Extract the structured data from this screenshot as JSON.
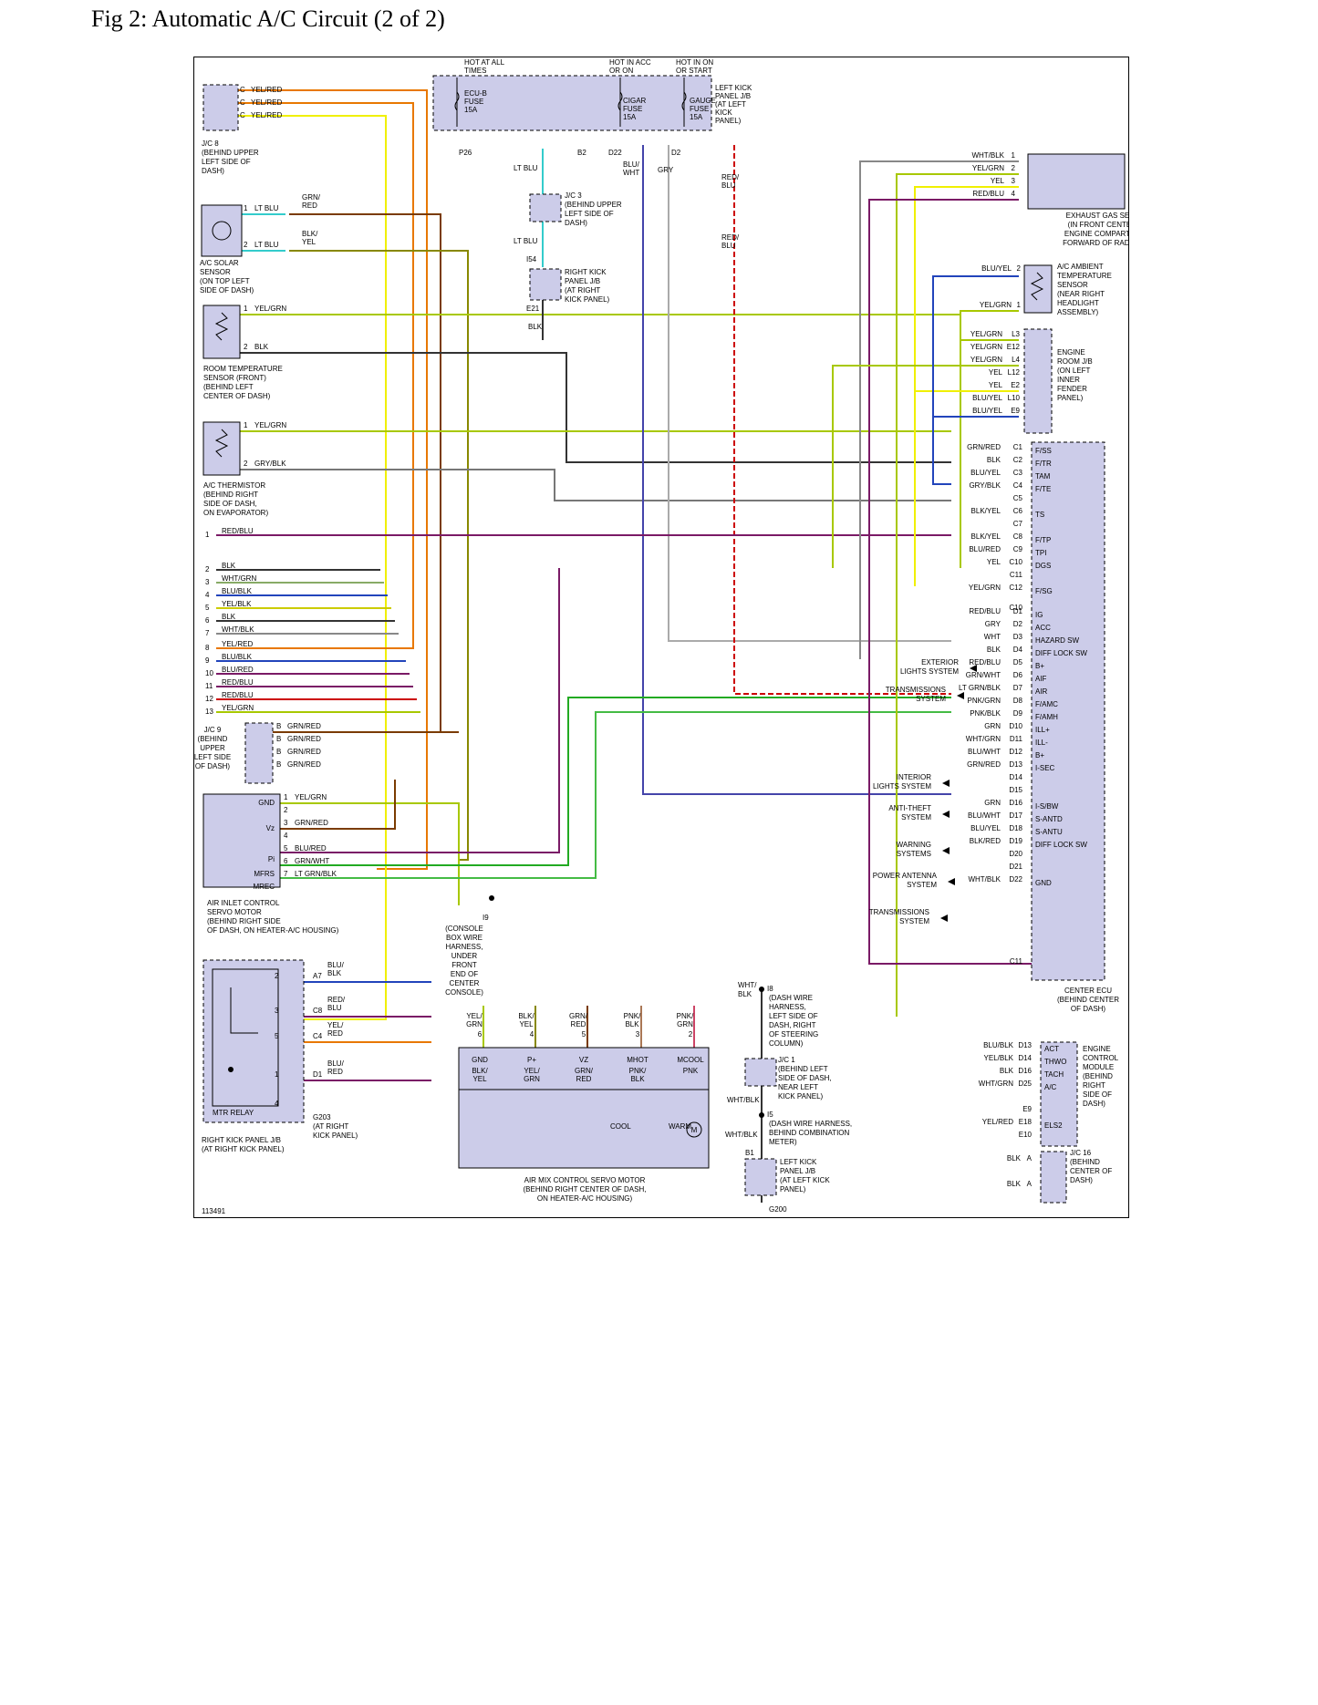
{
  "title": "Fig 2: Automatic A/C Circuit (2 of 2)",
  "figure_number": "113491",
  "colors": {
    "component_fill": "#cccce9",
    "wire_ltblu": "#33cccc",
    "wire_grnred": "#7a3b00",
    "wire_yelred": "#e87800",
    "wire_yelgrn": "#a8c800",
    "wire_blk": "#333333",
    "wire_red": "#cc0000",
    "wire_blu": "#2244bb",
    "wire_grn": "#33aa33",
    "wire_yel": "#f0f000",
    "wire_redblu": "#7a1a66",
    "wire_gry": "#aaaaaa"
  },
  "power": {
    "hot_all": "HOT AT ALL TIMES",
    "hot_acc": "HOT IN ACC OR ON",
    "hot_on": "HOT IN ON OR START",
    "ecub_fuse": "ECU-B FUSE 15A",
    "cigar_fuse": "CIGAR FUSE 15A",
    "gauge_fuse": "GAUGE FUSE 15A",
    "left_kick_jb": "LEFT KICK PANEL J/B (AT LEFT KICK PANEL)",
    "p26": "P26",
    "b2": "B2",
    "d22": "D22",
    "d2": "D2"
  },
  "jc8": {
    "label": "J/C 8 (BEHIND UPPER LEFT SIDE OF DASH)",
    "pins": [
      "C",
      "C",
      "C"
    ],
    "wires": [
      "YEL/RED",
      "YEL/RED",
      "YEL/RED"
    ]
  },
  "solar": {
    "label": "A/C SOLAR SENSOR (ON TOP LEFT SIDE OF DASH)",
    "pin1": "1",
    "pin2": "2",
    "w1": "LT BLU",
    "w2": "LT BLU",
    "out1": "GRN/ RED",
    "out2": "BLK/ YEL"
  },
  "room_sensor": {
    "label": "ROOM TEMPERATURE SENSOR (FRONT) (BEHIND LEFT CENTER OF DASH)",
    "w1": "YEL/GRN",
    "w2": "BLK"
  },
  "thermistor": {
    "label": "A/C THERMISTOR (BEHIND RIGHT SIDE OF DASH, ON EVAPORATOR)",
    "w1": "YEL/GRN",
    "w2": "GRY/BLK"
  },
  "jc3": {
    "label": "J/C 3 (BEHIND UPPER LEFT SIDE OF DASH)",
    "wire": "LT BLU",
    "i54": "I54",
    "e21": "E21",
    "blk": "BLK"
  },
  "right_kick_jb": "RIGHT KICK PANEL J/B (AT RIGHT KICK PANEL)",
  "left_wires": [
    {
      "n": "1",
      "w": "RED/BLU"
    },
    {
      "n": "2",
      "w": "BLK"
    },
    {
      "n": "3",
      "w": "WHT/GRN"
    },
    {
      "n": "4",
      "w": "BLU/BLK"
    },
    {
      "n": "5",
      "w": "YEL/BLK"
    },
    {
      "n": "6",
      "w": "BLK"
    },
    {
      "n": "7",
      "w": "WHT/BLK"
    },
    {
      "n": "8",
      "w": "YEL/RED"
    },
    {
      "n": "9",
      "w": "BLU/BLK"
    },
    {
      "n": "10",
      "w": "BLU/RED"
    },
    {
      "n": "11",
      "w": "RED/BLU"
    },
    {
      "n": "12",
      "w": "RED/BLU"
    },
    {
      "n": "13",
      "w": "YEL/GRN"
    }
  ],
  "jc9": {
    "label": "J/C 9 (BEHIND UPPER LEFT SIDE OF DASH)",
    "pins": [
      "B",
      "B",
      "B",
      "B"
    ],
    "wires": [
      "GRN/RED",
      "GRN/RED",
      "GRN/RED",
      "GRN/RED"
    ]
  },
  "inlet_motor": {
    "label": "AIR INLET CONTROL SERVO MOTOR (BEHIND RIGHT SIDE OF DASH, ON HEATER-A/C HOUSING)",
    "terms": [
      "GND",
      "Vz",
      "Pi",
      "MFRS",
      "MREC"
    ],
    "pins": [
      {
        "n": "1",
        "w": "YEL/GRN"
      },
      {
        "n": "2",
        "w": ""
      },
      {
        "n": "3",
        "w": "GRN/RED"
      },
      {
        "n": "4",
        "w": ""
      },
      {
        "n": "5",
        "w": "BLU/RED"
      },
      {
        "n": "6",
        "w": "GRN/WHT"
      },
      {
        "n": "7",
        "w": "LT GRN/BLK"
      }
    ]
  },
  "console_i9": {
    "id": "I9",
    "label": "(CONSOLE BOX WIRE HARNESS, UNDER FRONT END OF CENTER CONSOLE)"
  },
  "mtr_relay": {
    "label": "MTR RELAY",
    "jb_label": "RIGHT KICK PANEL J/B (AT RIGHT KICK PANEL)",
    "pins": [
      {
        "n": "2",
        "c": "A7",
        "w": "BLU/ BLK"
      },
      {
        "n": "3",
        "c": "C8",
        "w": "RED/ BLU"
      },
      {
        "n": "5",
        "c": "C4",
        "w": "YEL/ RED"
      },
      {
        "n": "1",
        "c": "D1",
        "w": "BLU/ RED"
      },
      {
        "n": "4",
        "c": "",
        "w": ""
      }
    ],
    "ground": "G203 (AT RIGHT KICK PANEL)"
  },
  "airmix_motor": {
    "label": "AIR MIX CONTROL SERVO MOTOR (BEHIND RIGHT CENTER OF DASH, ON HEATER-A/C HOUSING)",
    "pins": [
      {
        "n": "6",
        "w": "YEL/ GRN",
        "t": "GND",
        "i": "BLK/ YEL"
      },
      {
        "n": "4",
        "w": "BLK/ YEL",
        "t": "P+",
        "i": "YEL/ GRN"
      },
      {
        "n": "5",
        "w": "GRN/ RED",
        "t": "VZ",
        "i": "GRN/ RED"
      },
      {
        "n": "3",
        "w": "PNK/ BLK",
        "t": "MHOT",
        "i": "PNK/ BLK"
      },
      {
        "n": "2",
        "w": "PNK/ GRN",
        "t": "MCOOL",
        "i": "PNK"
      }
    ],
    "cool": "COOL",
    "warm": "WARM",
    "motor": "M"
  },
  "exhaust_sensor": {
    "label": "EXHAUST GAS SENSOR (IN FRONT CENTER OF ENGINE COMPARTMENT, FORWARD OF RADIATOR)",
    "pins": [
      {
        "n": "1",
        "w": "WHT/BLK"
      },
      {
        "n": "2",
        "w": "YEL/GRN"
      },
      {
        "n": "3",
        "w": "YEL"
      },
      {
        "n": "4",
        "w": "RED/BLU"
      }
    ]
  },
  "ambient_sensor": {
    "label": "A/C AMBIENT TEMPERATURE SENSOR (NEAR RIGHT HEADLIGHT ASSEMBLY)",
    "pins": [
      {
        "n": "2",
        "w": "BLU/YEL"
      },
      {
        "n": "1",
        "w": "YEL/GRN"
      }
    ]
  },
  "engine_jb": {
    "label": "ENGINE ROOM J/B (ON LEFT INNER FENDER PANEL)",
    "pins": [
      {
        "c": "L3",
        "w": "YEL/GRN"
      },
      {
        "c": "E12",
        "w": "YEL/GRN"
      },
      {
        "c": "L4",
        "w": "YEL/GRN"
      },
      {
        "c": "L12",
        "w": "YEL"
      },
      {
        "c": "E2",
        "w": "YEL"
      },
      {
        "c": "L10",
        "w": "BLU/YEL"
      },
      {
        "c": "E9",
        "w": "BLU/YEL"
      }
    ]
  },
  "center_ecu": {
    "label": "CENTER ECU (BEHIND CENTER OF DASH)",
    "connector_c": "C10",
    "connector_c11": "C11",
    "pins": [
      {
        "c": "C1",
        "w": "GRN/RED",
        "t": "F/SS"
      },
      {
        "c": "C2",
        "w": "BLK",
        "t": "F/TR"
      },
      {
        "c": "C3",
        "w": "BLU/YEL",
        "t": "TAM"
      },
      {
        "c": "C4",
        "w": "GRY/BLK",
        "t": "F/TE"
      },
      {
        "c": "C5",
        "w": "",
        "t": ""
      },
      {
        "c": "C6",
        "w": "BLK/YEL",
        "t": "TS"
      },
      {
        "c": "C7",
        "w": "",
        "t": ""
      },
      {
        "c": "C8",
        "w": "BLK/YEL",
        "t": "F/TP"
      },
      {
        "c": "C9",
        "w": "BLU/RED",
        "t": "TPI"
      },
      {
        "c": "C10",
        "w": "YEL",
        "t": "DGS"
      },
      {
        "c": "C11",
        "w": "",
        "t": ""
      },
      {
        "c": "C12",
        "w": "YEL/GRN",
        "t": "F/SG"
      },
      {
        "c": "D1",
        "w": "RED/BLU",
        "t": "IG"
      },
      {
        "c": "D2",
        "w": "GRY",
        "t": "ACC"
      },
      {
        "c": "D3",
        "w": "WHT",
        "t": "HAZARD SW"
      },
      {
        "c": "D4",
        "w": "BLK",
        "t": "DIFF LOCK SW"
      },
      {
        "c": "D5",
        "w": "RED/BLU",
        "t": "B+"
      },
      {
        "c": "D6",
        "w": "GRN/WHT",
        "t": "AIF"
      },
      {
        "c": "D7",
        "w": "LT GRN/BLK",
        "t": "AIR"
      },
      {
        "c": "D8",
        "w": "PNK/GRN",
        "t": "F/AMC"
      },
      {
        "c": "D9",
        "w": "PNK/BLK",
        "t": "F/AMH"
      },
      {
        "c": "D10",
        "w": "GRN",
        "t": "ILL+"
      },
      {
        "c": "D11",
        "w": "WHT/GRN",
        "t": "ILL-"
      },
      {
        "c": "D12",
        "w": "BLU/WHT",
        "t": "B+"
      },
      {
        "c": "D13",
        "w": "GRN/RED",
        "t": "I-SEC"
      },
      {
        "c": "D14",
        "w": "",
        "t": ""
      },
      {
        "c": "D15",
        "w": "",
        "t": ""
      },
      {
        "c": "D16",
        "w": "GRN",
        "t": "I-S/BW"
      },
      {
        "c": "D17",
        "w": "BLU/WHT",
        "t": "S-ANTD"
      },
      {
        "c": "D18",
        "w": "BLU/YEL",
        "t": "S-ANTU"
      },
      {
        "c": "D19",
        "w": "BLK/RED",
        "t": "DIFF LOCK SW"
      },
      {
        "c": "D20",
        "w": "",
        "t": ""
      },
      {
        "c": "D21",
        "w": "",
        "t": ""
      },
      {
        "c": "D22",
        "w": "WHT/BLK",
        "t": "GND"
      }
    ],
    "systems": {
      "exterior": "EXTERIOR LIGHTS SYSTEM",
      "trans1": "TRANSMISSIONS SYSTEM",
      "interior": "INTERIOR LIGHTS SYSTEM",
      "antitheft": "ANTI-THEFT SYSTEM",
      "warning": "WARNING SYSTEMS",
      "antenna": "POWER ANTENNA SYSTEM",
      "trans2": "TRANSMISSIONS SYSTEM"
    }
  },
  "ecm": {
    "label": "ENGINE CONTROL MODULE (BEHIND RIGHT SIDE OF DASH)",
    "pins": [
      {
        "c": "D13",
        "w": "BLU/BLK",
        "t": "ACT"
      },
      {
        "c": "D14",
        "w": "YEL/BLK",
        "t": "THWO"
      },
      {
        "c": "D16",
        "w": "BLK",
        "t": "TACH"
      },
      {
        "c": "D25",
        "w": "WHT/GRN",
        "t": "A/C"
      },
      {
        "c": "E9",
        "w": "",
        "t": ""
      },
      {
        "c": "E18",
        "w": "YEL/RED",
        "t": "ELS2"
      },
      {
        "c": "E10",
        "w": "",
        "t": ""
      }
    ]
  },
  "jc16": {
    "label": "J/C 16 (BEHIND CENTER OF DASH)",
    "pins": [
      {
        "c": "A",
        "w": "BLK"
      },
      {
        "c": "A",
        "w": "BLK"
      }
    ]
  },
  "dash_i8": {
    "id": "I8",
    "label": "(DASH WIRE HARNESS, LEFT SIDE OF DASH, RIGHT OF STEERING COLUMN)",
    "w1": "WHT/ BLK",
    "w2": "WHT/ BLK"
  },
  "jc1": {
    "label": "J/C 1 (BEHIND LEFT SIDE OF DASH, NEAR LEFT KICK PANEL)",
    "w": "WHT/BLK"
  },
  "dash_i5": {
    "id": "I5",
    "label": "(DASH WIRE HARNESS, BEHIND COMBINATION METER)",
    "w": "WHT/BLK"
  },
  "lkp_b1": {
    "id": "B1",
    "label": "LEFT KICK PANEL J/B (AT LEFT KICK PANEL)",
    "ground": "G200"
  }
}
